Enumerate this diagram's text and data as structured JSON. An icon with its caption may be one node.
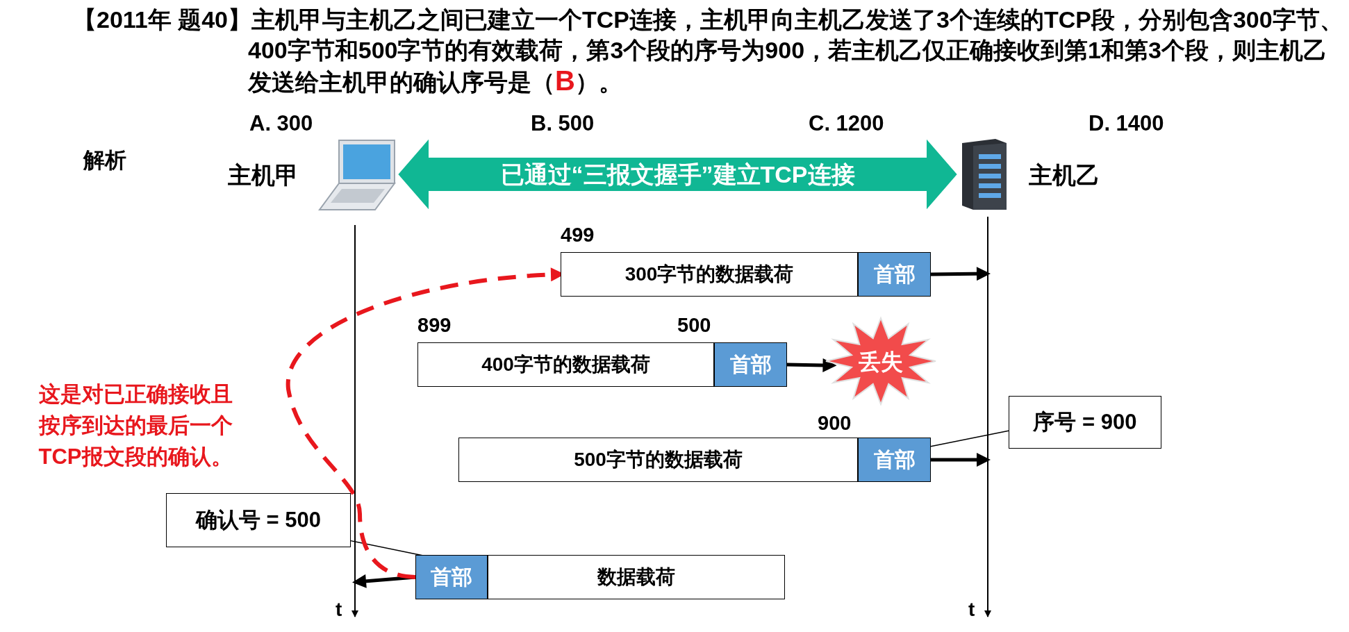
{
  "diagram": {
    "title": "【2011年 题40】主机甲与主机乙之间已建立一个TCP连接，主机甲向主机乙发送了3个连续的TCP段，分别包含300字节、400字节和500字节的有效载荷，第3个段的序号为900，若主机乙仅正确接收到第1和第3个段，则主机乙发送给主机甲的确认序号是（**B**）。",
    "nodes": [
      {
        "text": [
          "主机甲"
        ]
      },
      {
        "text": [
          "主机乙"
        ]
      },
      {
        "text": [
          "300字节的数据载荷"
        ]
      },
      {
        "text": [
          "首部"
        ]
      },
      {
        "text": [
          "400字节的数据载荷"
        ]
      },
      {
        "text": [
          "首部"
        ]
      },
      {
        "text": [
          "丢失"
        ]
      },
      {
        "text": [
          "500字节的数据载荷"
        ]
      },
      {
        "text": [
          "首部"
        ]
      },
      {
        "text": [
          "序号 = 900"
        ]
      },
      {
        "text": [
          "首部"
        ]
      },
      {
        "text": [
          "数据载荷"
        ]
      },
      {
        "text": [
          "确认号 = 500"
        ]
      },
      {
        "text": [],
        "shape": "line",
        "beside": [
          "t"
        ]
      },
      {
        "text": [],
        "shape": "line",
        "beside": [
          "t"
        ]
      }
    ],
    "edges": [
      {
        "from": 0,
        "to": 1,
        "arrow": "both",
        "label": "已通过“三报文握手”建立TCP连接",
        "style": "thick",
        "color": "#10b794"
      },
      {
        "from": 3,
        "to": 14,
        "arrow": "to"
      },
      {
        "from": 5,
        "to": 6,
        "arrow": "to"
      },
      {
        "from": 8,
        "to": 14,
        "arrow": "to"
      },
      {
        "from": 10,
        "to": 13,
        "arrow": "to"
      },
      {
        "from": 9,
        "to": 8,
        "arrow": "none"
      },
      {
        "from": 12,
        "to": 10,
        "arrow": "none"
      },
      {
        "from": 10,
        "to": 2,
        "arrow": "to",
        "style": "dashed",
        "color": "#e8171d"
      }
    ],
    "labels": [
      "A. 300",
      "B. 500",
      "C. 1200",
      "D. 1400",
      "解析",
      "499",
      "899",
      "500",
      "这是对已正确接收且按序到达的最后一个TCP报文段的确认。",
      "900"
    ]
  }
}
